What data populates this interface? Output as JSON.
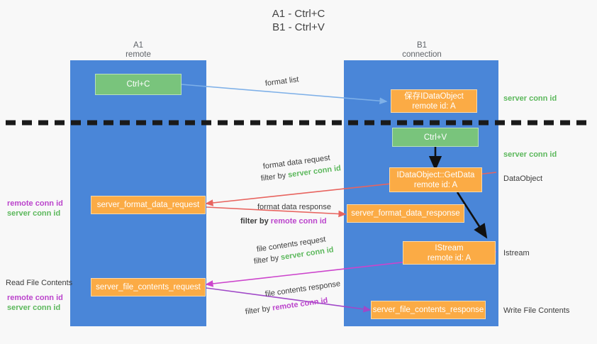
{
  "title": {
    "line1": "A1 - Ctrl+C",
    "line2": "B1 - Ctrl+V"
  },
  "lanes": [
    {
      "id": "a1",
      "name": "A1",
      "sub": "remote"
    },
    {
      "id": "b1",
      "name": "B1",
      "sub": "connection"
    }
  ],
  "colors": {
    "lane": "#4a86d8",
    "orange": "#fbab45",
    "green": "#79c47c",
    "server_conn": "#5cb85c",
    "remote_conn": "#bb44cc",
    "divider": "#1a1a1a",
    "arrow_blue": "#7eb0e8",
    "arrow_red": "#e8645f",
    "arrow_magenta": "#cc44cc",
    "arrow_purple": "#a048c8",
    "arrow_black": "#111111",
    "background": "#f8f8f8",
    "text": "#3c3c3c"
  },
  "nodes": [
    {
      "id": "ctrl-c",
      "label": "Ctrl+C",
      "sub": "",
      "style": "green"
    },
    {
      "id": "idataobject-copy",
      "label": "保存IDataObject",
      "sub": "remote id: A",
      "style": "orange"
    },
    {
      "id": "ctrl-v",
      "label": "Ctrl+V",
      "sub": "",
      "style": "green"
    },
    {
      "id": "idataobject-getdata",
      "label": "IDataObject::GetData",
      "sub": "remote id: A",
      "style": "orange"
    },
    {
      "id": "server-format-data-request",
      "label": "server_format_data_request",
      "sub": "",
      "style": "orange"
    },
    {
      "id": "server-format-data-response",
      "label": "server_format_data_response",
      "sub": "",
      "style": "orange"
    },
    {
      "id": "istream",
      "label": "IStream",
      "sub": "remote id: A",
      "style": "orange"
    },
    {
      "id": "server-file-contents-request",
      "label": "server_file_contents_request",
      "sub": "",
      "style": "orange"
    },
    {
      "id": "server-file-contents-response",
      "label": "server_file_contents_response",
      "sub": "",
      "style": "orange"
    }
  ],
  "edge_labels": {
    "format_list": "format list",
    "format_data_request": "format data request",
    "format_data_response": "format data response",
    "file_contents_request": "file contents request",
    "file_contents_response": "file contents response",
    "filter_by": "filter by",
    "server_conn_id": "server conn id",
    "remote_conn_id": "remote conn id"
  },
  "side_labels": {
    "server_conn_top": "server conn id",
    "server_conn_mid": "server conn id",
    "dataobject": "DataObject",
    "istream": "Istream",
    "write_file_contents": "Write File Contents",
    "read_file_contents": "Read File Contents",
    "remote_conn_id": "remote conn id",
    "server_conn_id": "server conn id"
  }
}
